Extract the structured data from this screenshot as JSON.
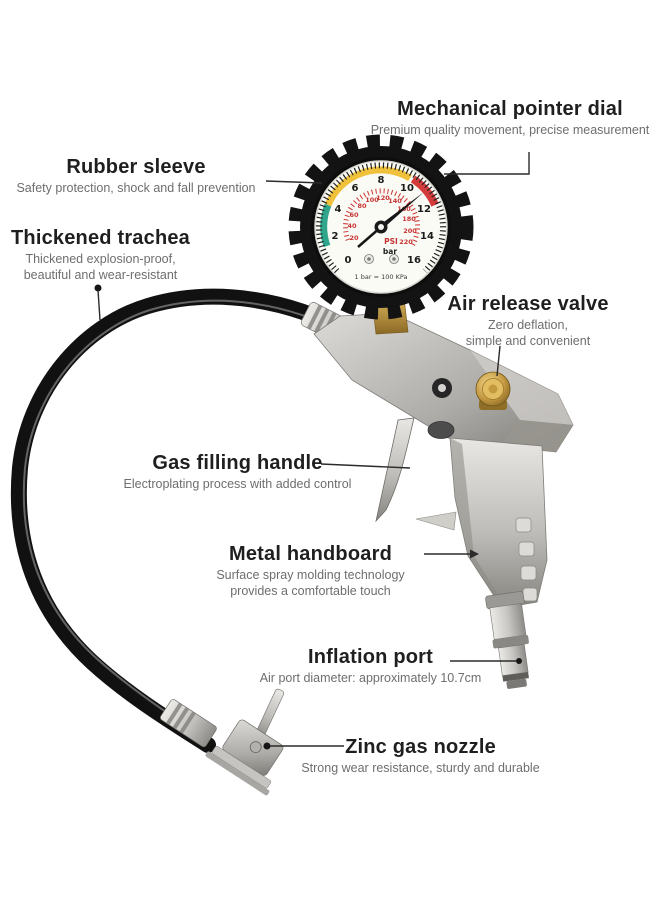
{
  "background_color": "#ffffff",
  "callouts": {
    "mechanical_pointer_dial": {
      "title": "Mechanical pointer dial",
      "sub1": "Premium quality movement, precise measurement"
    },
    "rubber_sleeve": {
      "title": "Rubber sleeve",
      "sub1": "Safety protection, shock and fall prevention"
    },
    "thickened_trachea": {
      "title": "Thickened trachea",
      "sub1": "Thickened explosion-proof,",
      "sub2": "beautiful and wear-resistant"
    },
    "air_release_valve": {
      "title": "Air release valve",
      "sub1": "Zero deflation,",
      "sub2": "simple and convenient"
    },
    "gas_filling_handle": {
      "title": "Gas filling handle",
      "sub1": "Electroplating process with added control"
    },
    "metal_handboard": {
      "title": "Metal handboard",
      "sub1": "Surface spray molding technology",
      "sub2": "provides a comfortable touch"
    },
    "inflation_port": {
      "title": "Inflation port",
      "sub1": "Air port diameter: approximately 10.7cm"
    },
    "zinc_gas_nozzle": {
      "title": "Zinc gas nozzle",
      "sub1": "Strong wear resistance, sturdy and durable"
    }
  },
  "gauge": {
    "unit_primary": "bar",
    "unit_secondary": "PSI",
    "conversion_note": "1 bar = 100 KPa",
    "bar_scale": {
      "min": 0,
      "max": 16,
      "ticks": [
        "0",
        "2",
        "4",
        "6",
        "8",
        "10",
        "12",
        "14",
        "16"
      ]
    },
    "psi_scale": {
      "ticks": [
        "20",
        "40",
        "60",
        "80",
        "100",
        "120",
        "140",
        "160",
        "180",
        "200",
        "220"
      ]
    },
    "needle_position_bar": "11",
    "zone_colors": {
      "low": "#2fa58c",
      "mid": "#f0c23c",
      "high": "#d43c3c"
    },
    "needle_color": "#161616"
  },
  "colors": {
    "leader_line": "#2b2b2b",
    "title_text": "#1f1f1f",
    "subtitle_text": "#6e6e6e",
    "hose": "#111111",
    "metal": "#c9c7c3",
    "brass": "#b8913d"
  }
}
